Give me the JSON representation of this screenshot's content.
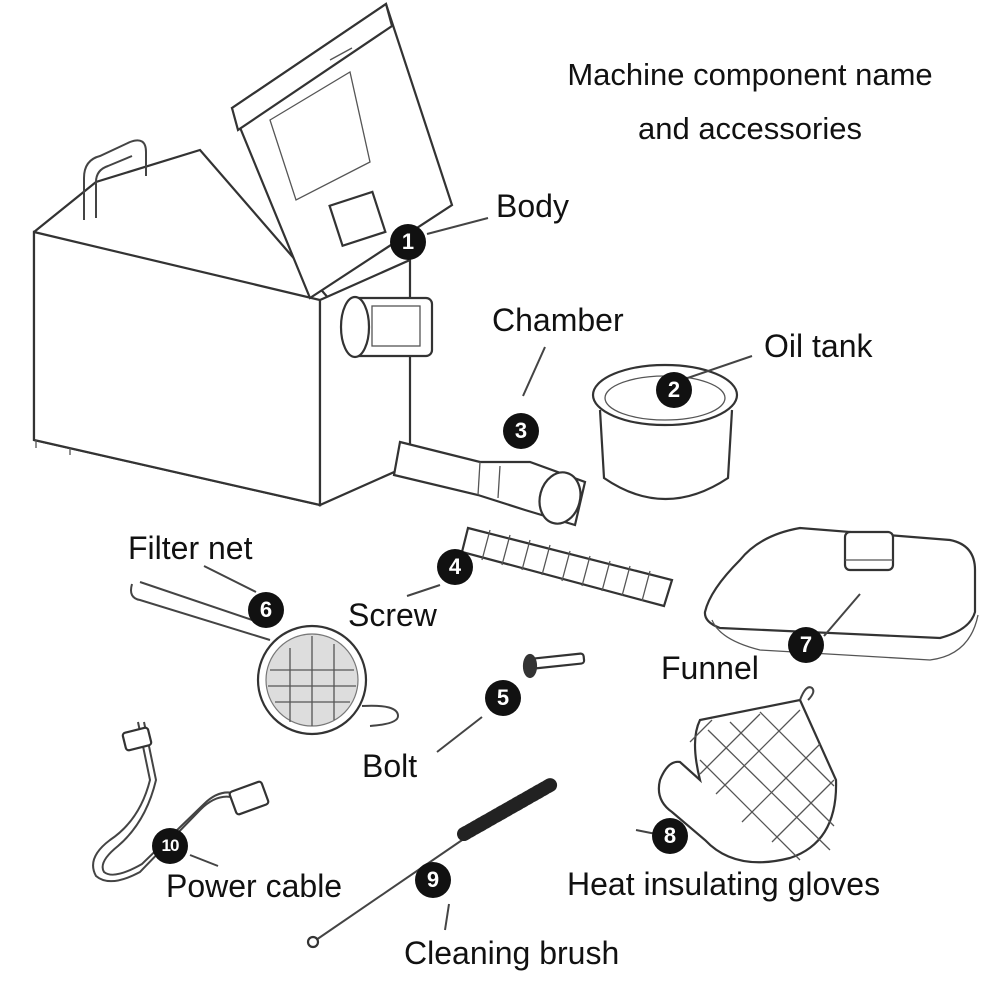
{
  "title": {
    "line1": "Machine component name",
    "line2": "and accessories"
  },
  "components": [
    {
      "number": "1",
      "name": "Body"
    },
    {
      "number": "2",
      "name": "Oil tank"
    },
    {
      "number": "3",
      "name": "Chamber"
    },
    {
      "number": "4",
      "name": "Screw"
    },
    {
      "number": "5",
      "name": "Bolt"
    },
    {
      "number": "6",
      "name": "Filter net"
    },
    {
      "number": "7",
      "name": "Funnel"
    },
    {
      "number": "8",
      "name": "Heat insulating gloves"
    },
    {
      "number": "9",
      "name": "Cleaning brush"
    },
    {
      "number": "10",
      "name": "Power cable"
    }
  ]
}
